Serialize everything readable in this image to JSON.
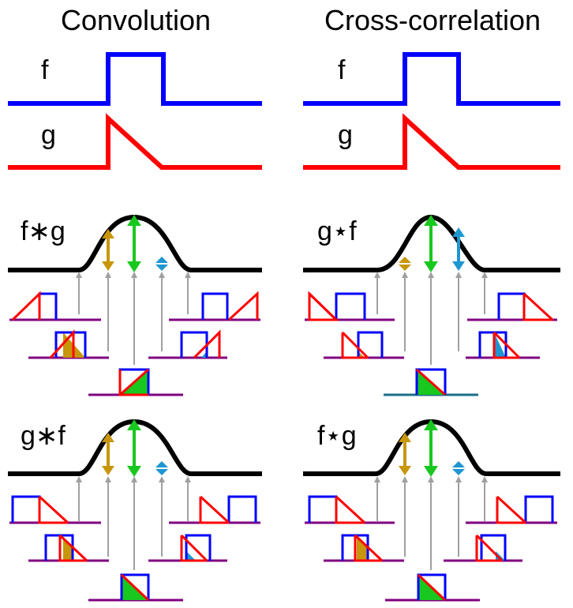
{
  "titles": {
    "left": "Convolution",
    "right": "Cross-correlation"
  },
  "labels": {
    "f": "f",
    "g": "g",
    "conv_fg": "f∗g",
    "conv_gf": "g∗f",
    "xcorr_gf": "g⋆f",
    "xcorr_fg": "f⋆g"
  },
  "colors": {
    "f_signal": "#0000ff",
    "g_signal": "#ff0000",
    "result_curve": "#000000",
    "baseline": "#800080",
    "baseline_alt": "#1a6e8a",
    "arrow_gold": "#c8960a",
    "arrow_green": "#19c81e",
    "arrow_blue": "#1e96d2",
    "pointer_gray": "#a0a0a0"
  }
}
